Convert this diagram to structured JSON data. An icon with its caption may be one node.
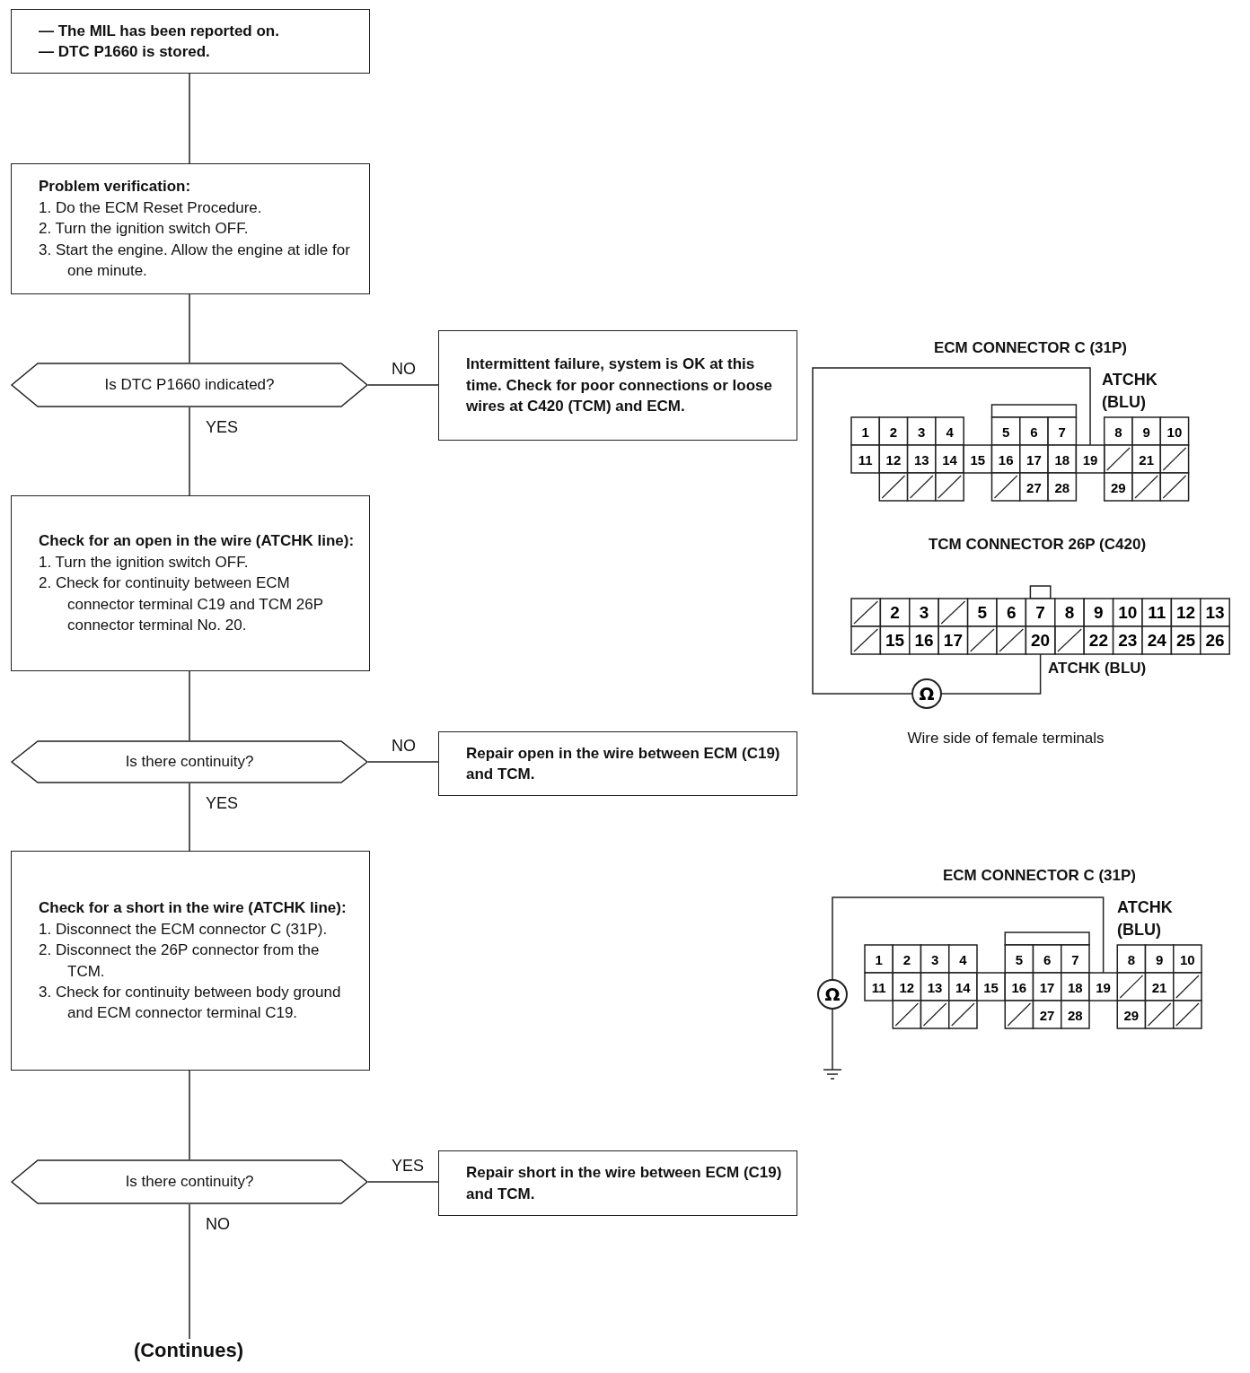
{
  "diagram": {
    "nodes": [
      {
        "text": [
          "— The MIL has been reported on.",
          "— DTC P1660 is stored."
        ]
      },
      {
        "text": [
          "Problem verification:",
          "1. Do the ECM Reset Procedure.",
          "2. Turn the ignition switch OFF.",
          "3. Start the engine. Allow the engine at idle for one minute."
        ]
      },
      {
        "text": [
          "Is DTC P1660 indicated?"
        ]
      },
      {
        "text": [
          "Intermittent failure, system is OK at this time. Check for poor connections or loose wires at C420 (TCM) and ECM."
        ]
      },
      {
        "text": [
          "Check for an open in the wire (ATCHK line):",
          "1. Turn the ignition switch OFF.",
          "2. Check for continuity between ECM connector terminal C19 and TCM 26P connector terminal No. 20."
        ]
      },
      {
        "text": [
          "Is there continuity?"
        ]
      },
      {
        "text": [
          "Repair open in the wire between ECM (C19) and TCM."
        ]
      },
      {
        "text": [
          "Check for a short in the wire (ATCHK line):",
          "1. Disconnect the ECM connector C (31P).",
          "2. Disconnect the 26P connector from the TCM.",
          "3. Check for continuity between body ground and ECM connector terminal C19."
        ]
      },
      {
        "text": [
          "Is there continuity?"
        ]
      },
      {
        "text": [
          "Repair short in the wire between ECM (C19) and TCM."
        ]
      },
      {
        "text": [
          "(Continues)"
        ]
      },
      {
        "text": [
          "19"
        ]
      },
      {
        "text": [
          "20"
        ]
      },
      {
        "text": [
          "Ω"
        ]
      },
      {
        "text": [
          "19"
        ]
      },
      {
        "text": [
          "Ω"
        ]
      },
      {
        "text": [],
        "shape": "ground"
      }
    ],
    "edges": [
      {
        "from": 0,
        "to": 1,
        "arrow": "none"
      },
      {
        "from": 1,
        "to": 2,
        "arrow": "none"
      },
      {
        "from": 2,
        "to": 3,
        "arrow": "none",
        "label": "NO"
      },
      {
        "from": 2,
        "to": 4,
        "arrow": "none",
        "label": "YES"
      },
      {
        "from": 4,
        "to": 5,
        "arrow": "none"
      },
      {
        "from": 5,
        "to": 6,
        "arrow": "none",
        "label": "NO"
      },
      {
        "from": 5,
        "to": 7,
        "arrow": "none",
        "label": "YES"
      },
      {
        "from": 7,
        "to": 8,
        "arrow": "none"
      },
      {
        "from": 8,
        "to": 9,
        "arrow": "none",
        "label": "YES"
      },
      {
        "from": 8,
        "to": 10,
        "arrow": "none",
        "label": "NO"
      },
      {
        "from": 11,
        "to": 13,
        "arrow": "none"
      },
      {
        "from": 13,
        "to": 12,
        "arrow": "none"
      },
      {
        "from": 14,
        "to": 15,
        "arrow": "none"
      },
      {
        "from": 15,
        "to": 16,
        "arrow": "none"
      }
    ],
    "labels": [
      "ECM CONNECTOR C (31P)",
      "ATCHK (BLU)",
      "1",
      "2",
      "3",
      "4",
      "5",
      "6",
      "7",
      "8",
      "9",
      "10",
      "11",
      "12",
      "13",
      "14",
      "15",
      "16",
      "17",
      "18",
      "21",
      "27",
      "28",
      "29",
      "TCM CONNECTOR 26P (C420)",
      "2",
      "3",
      "5",
      "6",
      "7",
      "8",
      "9",
      "10",
      "11",
      "12",
      "13",
      "15",
      "16",
      "17",
      "22",
      "23",
      "24",
      "25",
      "26",
      "ATCHK (BLU)",
      "Wire side of female terminals",
      "ECM CONNECTOR C (31P)",
      "ATCHK (BLU)",
      "1",
      "2",
      "3",
      "4",
      "5",
      "6",
      "7",
      "8",
      "9",
      "10",
      "11",
      "12",
      "13",
      "14",
      "15",
      "16",
      "17",
      "18",
      "21",
      "27",
      "28",
      "29"
    ]
  }
}
